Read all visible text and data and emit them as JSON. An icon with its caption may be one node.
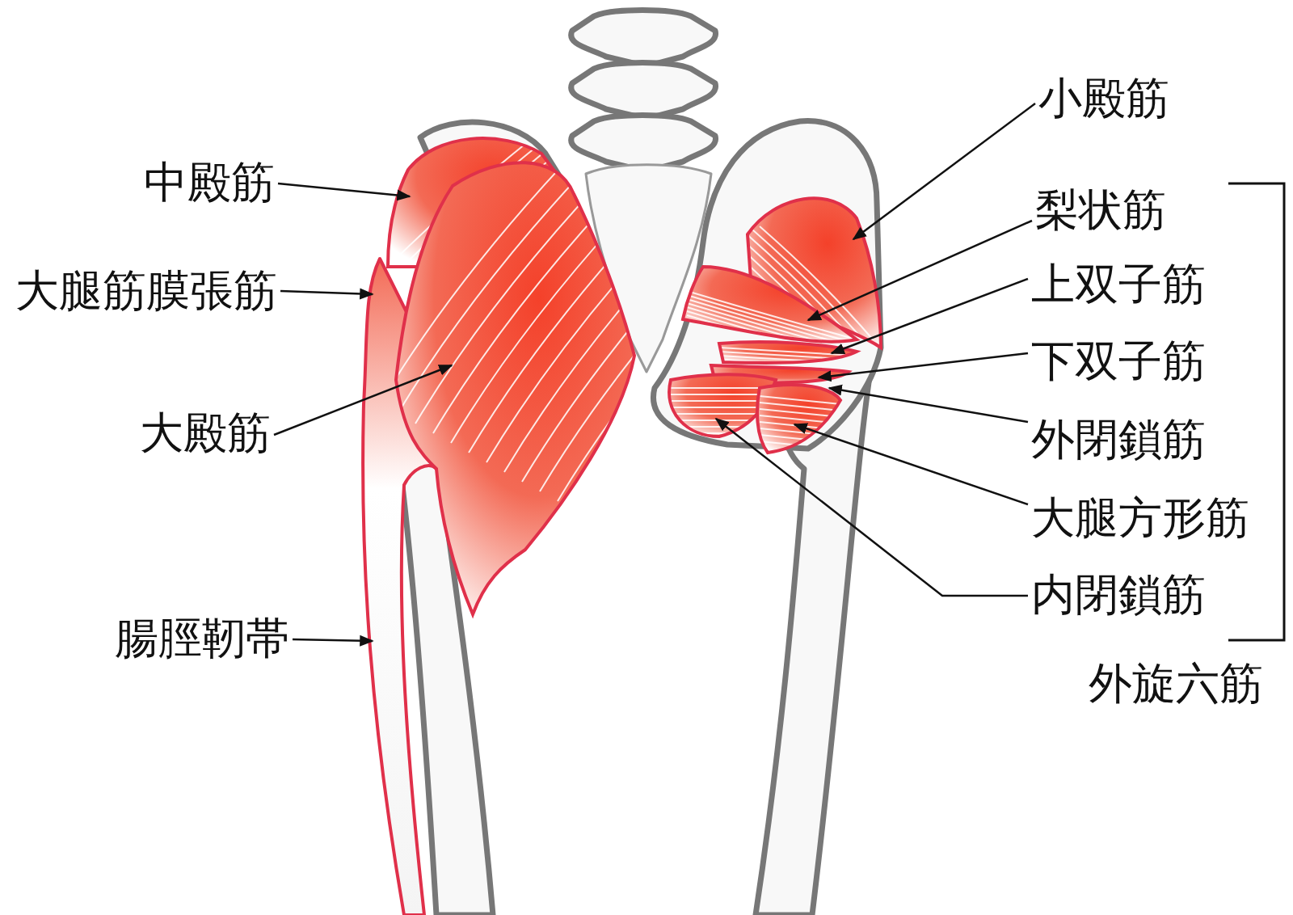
{
  "diagram": {
    "nodes": [
      {
        "text": [
          "中殿筋"
        ]
      },
      {
        "text": [
          "大腿筋膜張筋"
        ]
      },
      {
        "text": [
          "大殿筋"
        ]
      },
      {
        "text": [
          "腸脛靭帯"
        ]
      },
      {
        "text": [
          "小殿筋"
        ]
      },
      {
        "text": [
          "梨状筋"
        ]
      },
      {
        "text": [
          "上双子筋"
        ]
      },
      {
        "text": [
          "下双子筋"
        ]
      },
      {
        "text": [
          "外閉鎖筋"
        ]
      },
      {
        "text": [
          "大腿方形筋"
        ]
      },
      {
        "text": [
          "内閉鎖筋"
        ]
      }
    ],
    "edges": [
      {
        "from": 0,
        "to": null,
        "arrow": "to"
      },
      {
        "from": 1,
        "to": null,
        "arrow": "to"
      },
      {
        "from": 2,
        "to": null,
        "arrow": "to"
      },
      {
        "from": 3,
        "to": null,
        "arrow": "to"
      },
      {
        "from": 4,
        "to": null,
        "arrow": "to"
      },
      {
        "from": 5,
        "to": null,
        "arrow": "to"
      },
      {
        "from": 6,
        "to": null,
        "arrow": "to"
      },
      {
        "from": 7,
        "to": null,
        "arrow": "to"
      },
      {
        "from": 8,
        "to": null,
        "arrow": "to"
      },
      {
        "from": 9,
        "to": null,
        "arrow": "to"
      },
      {
        "from": 10,
        "to": null,
        "arrow": "to"
      }
    ],
    "labels": [
      "外旋六筋"
    ]
  }
}
